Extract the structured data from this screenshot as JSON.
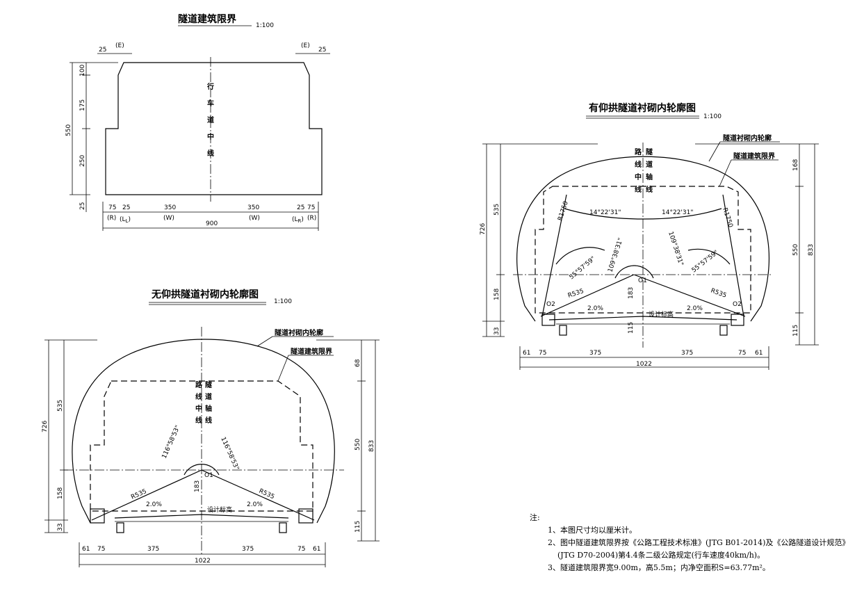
{
  "clearance": {
    "title": "隧道建筑限界",
    "scale": "1:100",
    "center_label": "行车道中线",
    "dims": {
      "left_25": "25",
      "right_25": "25",
      "E_left": "(E)",
      "E_right": "(E)",
      "h_550": "550",
      "h_100": "100",
      "h_175": "175",
      "h_250": "250",
      "h_25": "25",
      "b_75l": "75",
      "b_25l": "25",
      "b_350l": "350",
      "b_350r": "350",
      "b_25r": "25",
      "b_75r": "75",
      "R_l": "(R)",
      "L_l": "(L",
      "L_l_sub": "L",
      "W_l": "(W)",
      "W_r": "(W)",
      "L_r": "(L",
      "L_r_sub": "R",
      "R_r": "(R)",
      "total": "900"
    }
  },
  "no_invert": {
    "title": "无仰拱隧道衬砌内轮廓图",
    "scale": "1:100",
    "label_lining": "隧道衬砌内轮廓",
    "label_clearance": "隧道建筑限界",
    "label_road_center": "路线中线",
    "label_tunnel_axis": "隧道轴线",
    "angle_left": "116°58'53\"",
    "angle_right": "116°58'53\"",
    "r_left": "R535",
    "r_right": "R535",
    "slope_left": "2.0%",
    "slope_right": "2.0%",
    "design_elev": "设计标高",
    "o1": "O1",
    "h183": "183",
    "left_dims": {
      "d726": "726",
      "d535": "535",
      "d158": "158",
      "d33": "33"
    },
    "right_dims": {
      "d68": "68",
      "d550": "550",
      "d833": "833",
      "d115": "115"
    },
    "bottom_dims": {
      "d61l": "61",
      "d75l": "75",
      "d375l": "375",
      "d375r": "375",
      "d75r": "75",
      "d61r": "61",
      "total": "1022"
    }
  },
  "with_invert": {
    "title": "有仰拱隧道衬砌内轮廓图",
    "scale": "1:100",
    "label_lining": "隧道衬砌内轮廓",
    "label_clearance": "隧道建筑限界",
    "label_road_center": "路线中线",
    "label_tunnel_axis": "隧道轴线",
    "angle_top_left": "14°22'31\"",
    "angle_top_right": "14°22'31\"",
    "angle_mid_left": "109°38'31\"",
    "angle_mid_right": "109°38'31\"",
    "angle_low_left": "55°57'59\"",
    "angle_low_right": "55°57'59\"",
    "r1750_left": "R1750",
    "r1750_right": "R1750",
    "r_left": "R535",
    "r_right": "R535",
    "slope_left": "2.0%",
    "slope_right": "2.0%",
    "design_elev": "设计标高",
    "o1": "O1",
    "o2l": "O2",
    "o2r": "O2",
    "h183": "183",
    "h115": "115",
    "left_dims": {
      "d726": "726",
      "d535": "535",
      "d158": "158",
      "d33": "33"
    },
    "right_dims": {
      "d168": "168",
      "d550": "550",
      "d833": "833",
      "d115": "115"
    },
    "bottom_dims": {
      "d61l": "61",
      "d75l": "75",
      "d375l": "375",
      "d375r": "375",
      "d75r": "75",
      "d61r": "61",
      "total": "1022"
    }
  },
  "notes": {
    "heading": "注:",
    "items": [
      "1、本图尺寸均以厘米计。",
      "2、图中隧道建筑限界按《公路工程技术标准》(JTG B01-2014)及《公路隧道设计规范》",
      "(JTG D70-2004)第4.4条二级公路规定(行车速度40km/h)。",
      "3、隧道建筑限界宽9.00m，高5.5m；内净空面积S=63.77m²。"
    ]
  }
}
